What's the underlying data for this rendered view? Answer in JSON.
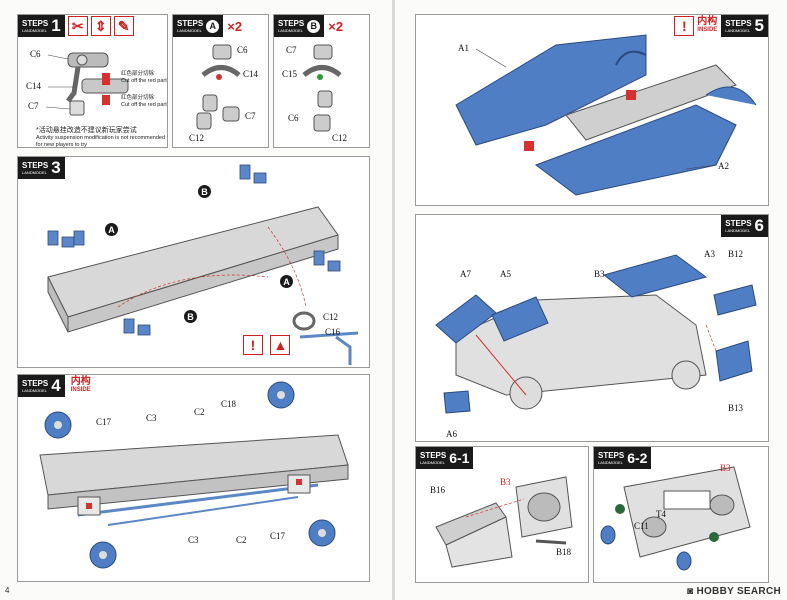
{
  "page_number": "4",
  "watermark": "HOBBY SEARCH",
  "steps": {
    "s1": {
      "word": "STEPS",
      "sub": "LANDMODEL",
      "num": "1",
      "labels": {
        "c6": "C6",
        "c14": "C14",
        "c7": "C7"
      },
      "cut_zh_1": "红色部分切除",
      "cut_en_1": "Cut off the red part",
      "cut_zh_2": "红色部分切除",
      "cut_en_2": "Cut off the red part",
      "warn_zh": "*活动悬挂改造不建议新玩家尝试",
      "warn_en_1": "Activity suspension modification is not recommended",
      "warn_en_2": "for new players to try"
    },
    "sa": {
      "word": "STEPS",
      "sub": "LANDMODEL",
      "letter": "A",
      "mult": "×2",
      "labels": {
        "c6": "C6",
        "c14": "C14",
        "c7": "C7",
        "c12": "C12"
      }
    },
    "sb": {
      "word": "STEPS",
      "sub": "LANDMODEL",
      "letter": "B",
      "mult": "×2",
      "labels": {
        "c7": "C7",
        "c15": "C15",
        "c6": "C6",
        "c12": "C12"
      }
    },
    "s3": {
      "word": "STEPS",
      "sub": "LANDMODEL",
      "num": "3",
      "labels": {
        "a1": "A",
        "a2": "A",
        "b1": "B",
        "b2": "B",
        "c12": "C12",
        "c16": "C16"
      }
    },
    "s4": {
      "word": "STEPS",
      "sub": "LANDMODEL",
      "num": "4",
      "inside_zh": "内构",
      "inside_en": "INSIDE",
      "labels": {
        "c17a": "C17",
        "c3a": "C3",
        "c2a": "C2",
        "c18": "C18",
        "c3b": "C3",
        "c2b": "C2",
        "c17b": "C17"
      }
    },
    "s5": {
      "word": "STEPS",
      "sub": "LANDMODEL",
      "num": "5",
      "inside_zh": "内构",
      "inside_en": "INSIDE",
      "labels": {
        "a1": "A1",
        "a2": "A2"
      }
    },
    "s6": {
      "word": "STEPS",
      "sub": "LANDMODEL",
      "num": "6",
      "labels": {
        "a7": "A7",
        "a5": "A5",
        "b3": "B3",
        "a3": "A3",
        "b12": "B12",
        "b13": "B13",
        "a6": "A6"
      }
    },
    "s61": {
      "word": "STEPS",
      "sub": "LANDMODEL",
      "num": "6-1",
      "labels": {
        "b16": "B16",
        "b3": "B3",
        "b18": "B18"
      }
    },
    "s62": {
      "word": "STEPS",
      "sub": "LANDMODEL",
      "num": "6-2",
      "labels": {
        "b3": "B3",
        "t4": "T4",
        "c11": "C11"
      }
    }
  }
}
